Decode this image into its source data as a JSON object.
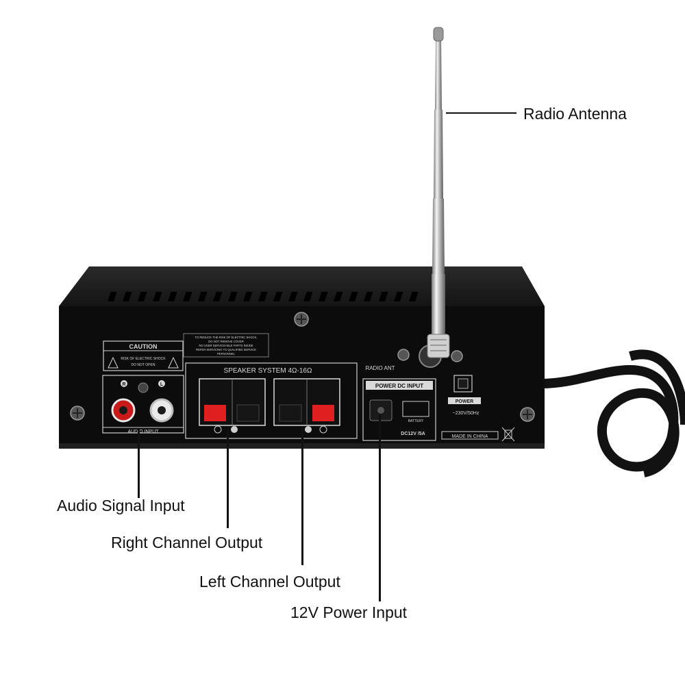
{
  "callouts": {
    "antenna": "Radio Antenna",
    "audio_input": "Audio Signal Input",
    "right_output": "Right Channel Output",
    "left_output": "Left Channel Output",
    "power_input": "12V Power Input"
  },
  "panel": {
    "caution_title": "CAUTION",
    "caution_line1": "RISK OF ELECTRIC SHOCK",
    "caution_line2": "DO NOT OPEN",
    "warning_line1": "TO REDUCE THE RISK OF ELECTRIC SHOCK,",
    "warning_line2": "DO NOT REMOVE COVER",
    "warning_line3": "NO USER SERVICEABLE PARTS INSIDE",
    "warning_line4": "REFER SERVICING TO QUALIFIED SERVICE",
    "warning_line5": "PERSONNEL",
    "rca_right": "R",
    "rca_left": "L",
    "audio_input_label": "AUDIO INPUT",
    "speaker_label": "SPEAKER SYSTEM 4Ω-16Ω",
    "radio_ant_label": "RADIO ANT",
    "power_dc_label": "POWER DC INPUT",
    "battery_label": "BATTERY",
    "dc_rating": "DC12V /5A",
    "power_label": "POWER",
    "ac_rating": "~230V/50Hz",
    "made_in": "MADE IN CHINA"
  }
}
